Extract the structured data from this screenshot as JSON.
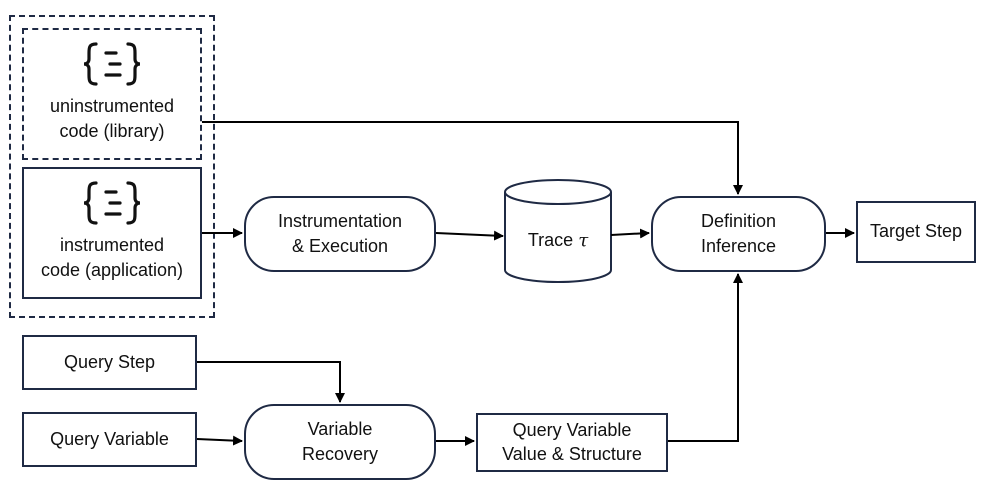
{
  "nodes": {
    "uninstrumented": {
      "icon": "code-braces-icon",
      "line1": "uninstrumented",
      "line2": "code (library)"
    },
    "instrumented": {
      "icon": "code-braces-icon",
      "line1": "instrumented",
      "line2": "code (application)"
    },
    "instrumentation": {
      "line1": "Instrumentation",
      "line2": "& Execution"
    },
    "trace": {
      "label": "Trace",
      "symbol": "τ"
    },
    "definition": {
      "line1": "Definition",
      "line2": "Inference"
    },
    "target_step": {
      "label": "Target Step"
    },
    "query_step": {
      "label": "Query Step"
    },
    "query_variable": {
      "label": "Query Variable"
    },
    "variable_recovery": {
      "line1": "Variable",
      "line2": "Recovery"
    },
    "query_value": {
      "line1": "Query Variable",
      "line2": "Value & Structure"
    }
  },
  "colors": {
    "stroke": "#1f2a44",
    "arrow": "#000000"
  }
}
